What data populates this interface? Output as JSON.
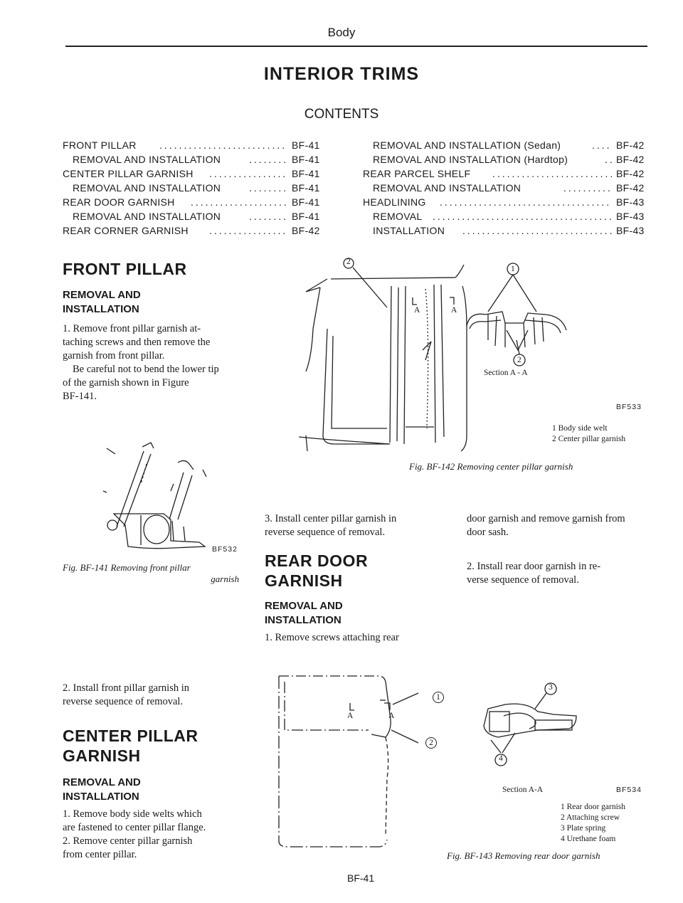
{
  "header": {
    "section": "Body"
  },
  "title": "INTERIOR TRIMS",
  "contents": {
    "title": "CONTENTS",
    "left": [
      {
        "label": "FRONT PILLAR",
        "page": "BF-41"
      },
      {
        "label": "REMOVAL AND INSTALLATION",
        "page": "BF-41"
      },
      {
        "label": "CENTER PILLAR GARNISH",
        "page": "BF-41"
      },
      {
        "label": "REMOVAL AND INSTALLATION",
        "page": "BF-41"
      },
      {
        "label": "REAR DOOR GARNISH",
        "page": "BF-41"
      },
      {
        "label": "REMOVAL AND INSTALLATION",
        "page": "BF-41"
      },
      {
        "label": "REAR CORNER GARNISH",
        "page": "BF-42"
      }
    ],
    "right": [
      {
        "label": "REMOVAL AND INSTALLATION (Sedan)",
        "page": "BF-42"
      },
      {
        "label": "REMOVAL AND INSTALLATION (Hardtop)",
        "page": "BF-42"
      },
      {
        "label": "REAR PARCEL SHELF",
        "page": "BF-42"
      },
      {
        "label": "REMOVAL AND INSTALLATION",
        "page": "BF-42"
      },
      {
        "label": "HEADLINING",
        "page": "BF-43"
      },
      {
        "label": "REMOVAL",
        "page": "BF-43"
      },
      {
        "label": "INSTALLATION",
        "page": "BF-43"
      }
    ]
  },
  "front_pillar": {
    "heading": "FRONT PILLAR",
    "subheading_1": "REMOVAL AND",
    "subheading_2": "INSTALLATION",
    "step1_l1": "1.  Remove front pillar garnish at-",
    "step1_l2": "taching screws and then remove the",
    "step1_l3": "garnish from front pillar.",
    "step1_l4": "Be careful not to bend the lower tip",
    "step1_l5": "of the garnish shown in Figure",
    "step1_l6": "BF-141.",
    "step2_l1": "2.  Install front pillar garnish in",
    "step2_l2": "reverse sequence of removal."
  },
  "fig141": {
    "code": "BF532",
    "caption_l1": "Fig. BF-141  Removing front pillar",
    "caption_l2": "garnish"
  },
  "center_pillar": {
    "heading_1": "CENTER PILLAR",
    "heading_2": "GARNISH",
    "subheading_1": "REMOVAL AND",
    "subheading_2": "INSTALLATION",
    "step1_l1": "1.  Remove body side welts which",
    "step1_l2": "are fastened to center pillar flange.",
    "step2_l1": "2.  Remove center pillar garnish",
    "step2_l2": "from center pillar.",
    "step3_l1": "3.  Install center pillar garnish in",
    "step3_l2": "reverse sequence of removal."
  },
  "fig142": {
    "code": "BF533",
    "callout_2_top": "2",
    "callout_1": "1",
    "callout_2": "2",
    "section_label": "Section A - A",
    "marker_a1": "A",
    "marker_a2": "A",
    "legend_1": "1  Body side welt",
    "legend_2": "2  Center pillar garnish",
    "caption": "Fig. BF-142  Removing center pillar garnish"
  },
  "rear_door": {
    "heading_1": "REAR DOOR",
    "heading_2": "GARNISH",
    "subheading_1": "REMOVAL AND",
    "subheading_2": "INSTALLATION",
    "step1_l1": "1.  Remove screws attaching rear",
    "step1_l2": "door garnish and remove garnish from",
    "step1_l3": "door sash.",
    "step2_l1": "2.  Install rear door garnish in re-",
    "step2_l2": "verse sequence of removal."
  },
  "fig143": {
    "code": "BF534",
    "marker_a1": "A",
    "marker_a2": "A",
    "callout_1": "1",
    "callout_2": "2",
    "callout_3": "3",
    "callout_4": "4",
    "section_label": "Section A-A",
    "legend_1": "1  Rear door garnish",
    "legend_2": "2  Attaching screw",
    "legend_3": "3  Plate spring",
    "legend_4": "4  Urethane foam",
    "caption": "Fig. BF-143  Removing rear door garnish"
  },
  "footer": {
    "page_number": "BF-41"
  }
}
